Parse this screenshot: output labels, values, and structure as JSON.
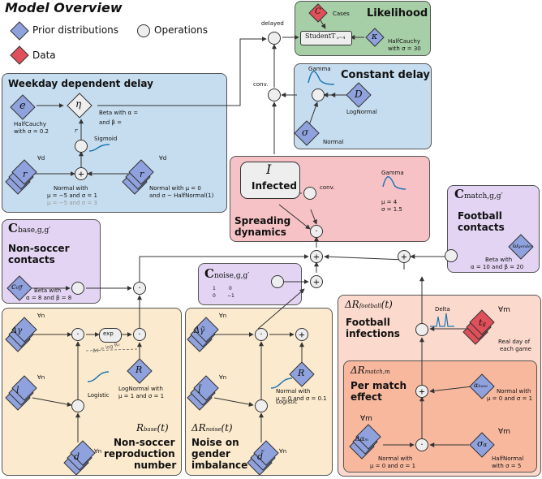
{
  "legend": {
    "title": "Model Overview",
    "prior": "Prior distributions",
    "operations": "Operations",
    "data": "Data"
  },
  "colors": {
    "prior": "#8fa2dd",
    "data": "#e0505a",
    "likelihood_box": "#a7cfa7",
    "delay_box": "#c6ddef",
    "infected_box": "#f7c2c5",
    "soccer_box": "#e2d4f2",
    "bottom_box": "#fbeacd",
    "football_box": "#fbd9cd",
    "match_box": "#f7b89e"
  },
  "likelihood": {
    "title": "Likelihood",
    "cases_sym": "C",
    "cases_label": "Cases",
    "student": "StudentT",
    "student_sub": "ν=4",
    "kappa": "κ",
    "kappa_prior": "HalfCauchy",
    "kappa_prior2": "with σ = 30",
    "delayed": "delayed"
  },
  "constant_delay": {
    "title": "Constant delay",
    "gamma": "Gamma",
    "D": "D",
    "D_prior": "LogNormal",
    "sigma": "σ",
    "sigma_prior": "Normal",
    "conv": "conv."
  },
  "weekday": {
    "title": "Weekday dependent delay",
    "e": "e",
    "e_prior": "HalfCauchy",
    "e_prior2": "with σ = 0.2",
    "eta": "η",
    "beta1": "Beta with α = ",
    "beta2": "and β = ",
    "r": "r",
    "sigmoid": "Sigmoid",
    "forall": "∀d",
    "rbase_prior1": "Normal with",
    "rbase_prior2": "μ = −5 and σ = 1",
    "rbase_prior3": "μ = −5 and σ = 3",
    "dr_prior1": "Normal with μ = 0",
    "dr_prior2": "and σ ~ HalfNormal(1)"
  },
  "spreading": {
    "I": "I",
    "infected": "Infected",
    "conv": "conv.",
    "gamma": "Gamma",
    "mu": "μ = 4",
    "sigma": "σ = 1.5",
    "title1": "Spreading",
    "title2": "dynamics"
  },
  "cbase": {
    "sym": "C",
    "sub": "base,g,g′",
    "title1": "Non-soccer",
    "title2": "contacts",
    "coff": "c",
    "coff_sub": "off",
    "prior1": "Beta with",
    "prior2": "α = 8 and β = 8"
  },
  "cnoise": {
    "sym": "C",
    "sub": "noise,g,g′",
    "m11": "1",
    "m12": "0",
    "m21": "0",
    "m22": "−1"
  },
  "cmatch": {
    "sym": "C",
    "sub": "match,g,g′",
    "title1": "Football",
    "title2": "contacts",
    "w": "ω",
    "w_sub": "gender",
    "prior1": "Beta with",
    "prior2": "α = 10 and β = 20"
  },
  "rbase": {
    "dgamma": "Δγ",
    "l": "l",
    "d": "d",
    "forall": "∀n",
    "exp": "exp",
    "logistic": "Logistic",
    "R0": "R",
    "R0_prior1": "LogNormal with",
    "R0_prior2": "μ = 1 and σ = 1",
    "annot": "Δγ = log R₀",
    "label_sym": "R",
    "label_sub": "base",
    "label_arg": "(t)",
    "title1": "Non-soccer",
    "title2": "reproduction",
    "title3": "number"
  },
  "rnoise": {
    "dgamma": "Δγ̃",
    "l": "l̃",
    "d": "d̃",
    "forall": "∀n",
    "R0": "R",
    "R0_prior1": "Normal with",
    "R0_prior2": "μ = 0 and σ = 0.1",
    "logistic": "Logistic",
    "label": "ΔR",
    "label_sub": "noise",
    "label_arg": "(t)",
    "title1": "Noise on",
    "title2": "gender",
    "title3": "imbalance"
  },
  "football": {
    "label": "ΔR",
    "label_sub": "football",
    "label_arg": "(t)",
    "title1": "Football",
    "title2": "infections",
    "delta": "Delta",
    "forall": "∀m",
    "tg": "t",
    "tg_sub": "g",
    "tg_note1": "Real day of",
    "tg_note2": "each game"
  },
  "match": {
    "label": "ΔR",
    "label_sub": "match,m",
    "title1": "Per match",
    "title2": "effect",
    "abase": "α",
    "abase_sub": "base",
    "abase_prior1": "Normal with",
    "abase_prior2": "μ = 0 and σ = 1",
    "forall": "∀m",
    "dalpha": "Δα",
    "dalpha_sub": "m",
    "dalpha_prior1": "Normal with",
    "dalpha_prior2": "μ = 0 and σ = 1",
    "salpha": "σ",
    "salpha_sub": "α",
    "salpha_prior1": "HalfNormal",
    "salpha_prior2": "with σ = 5"
  }
}
